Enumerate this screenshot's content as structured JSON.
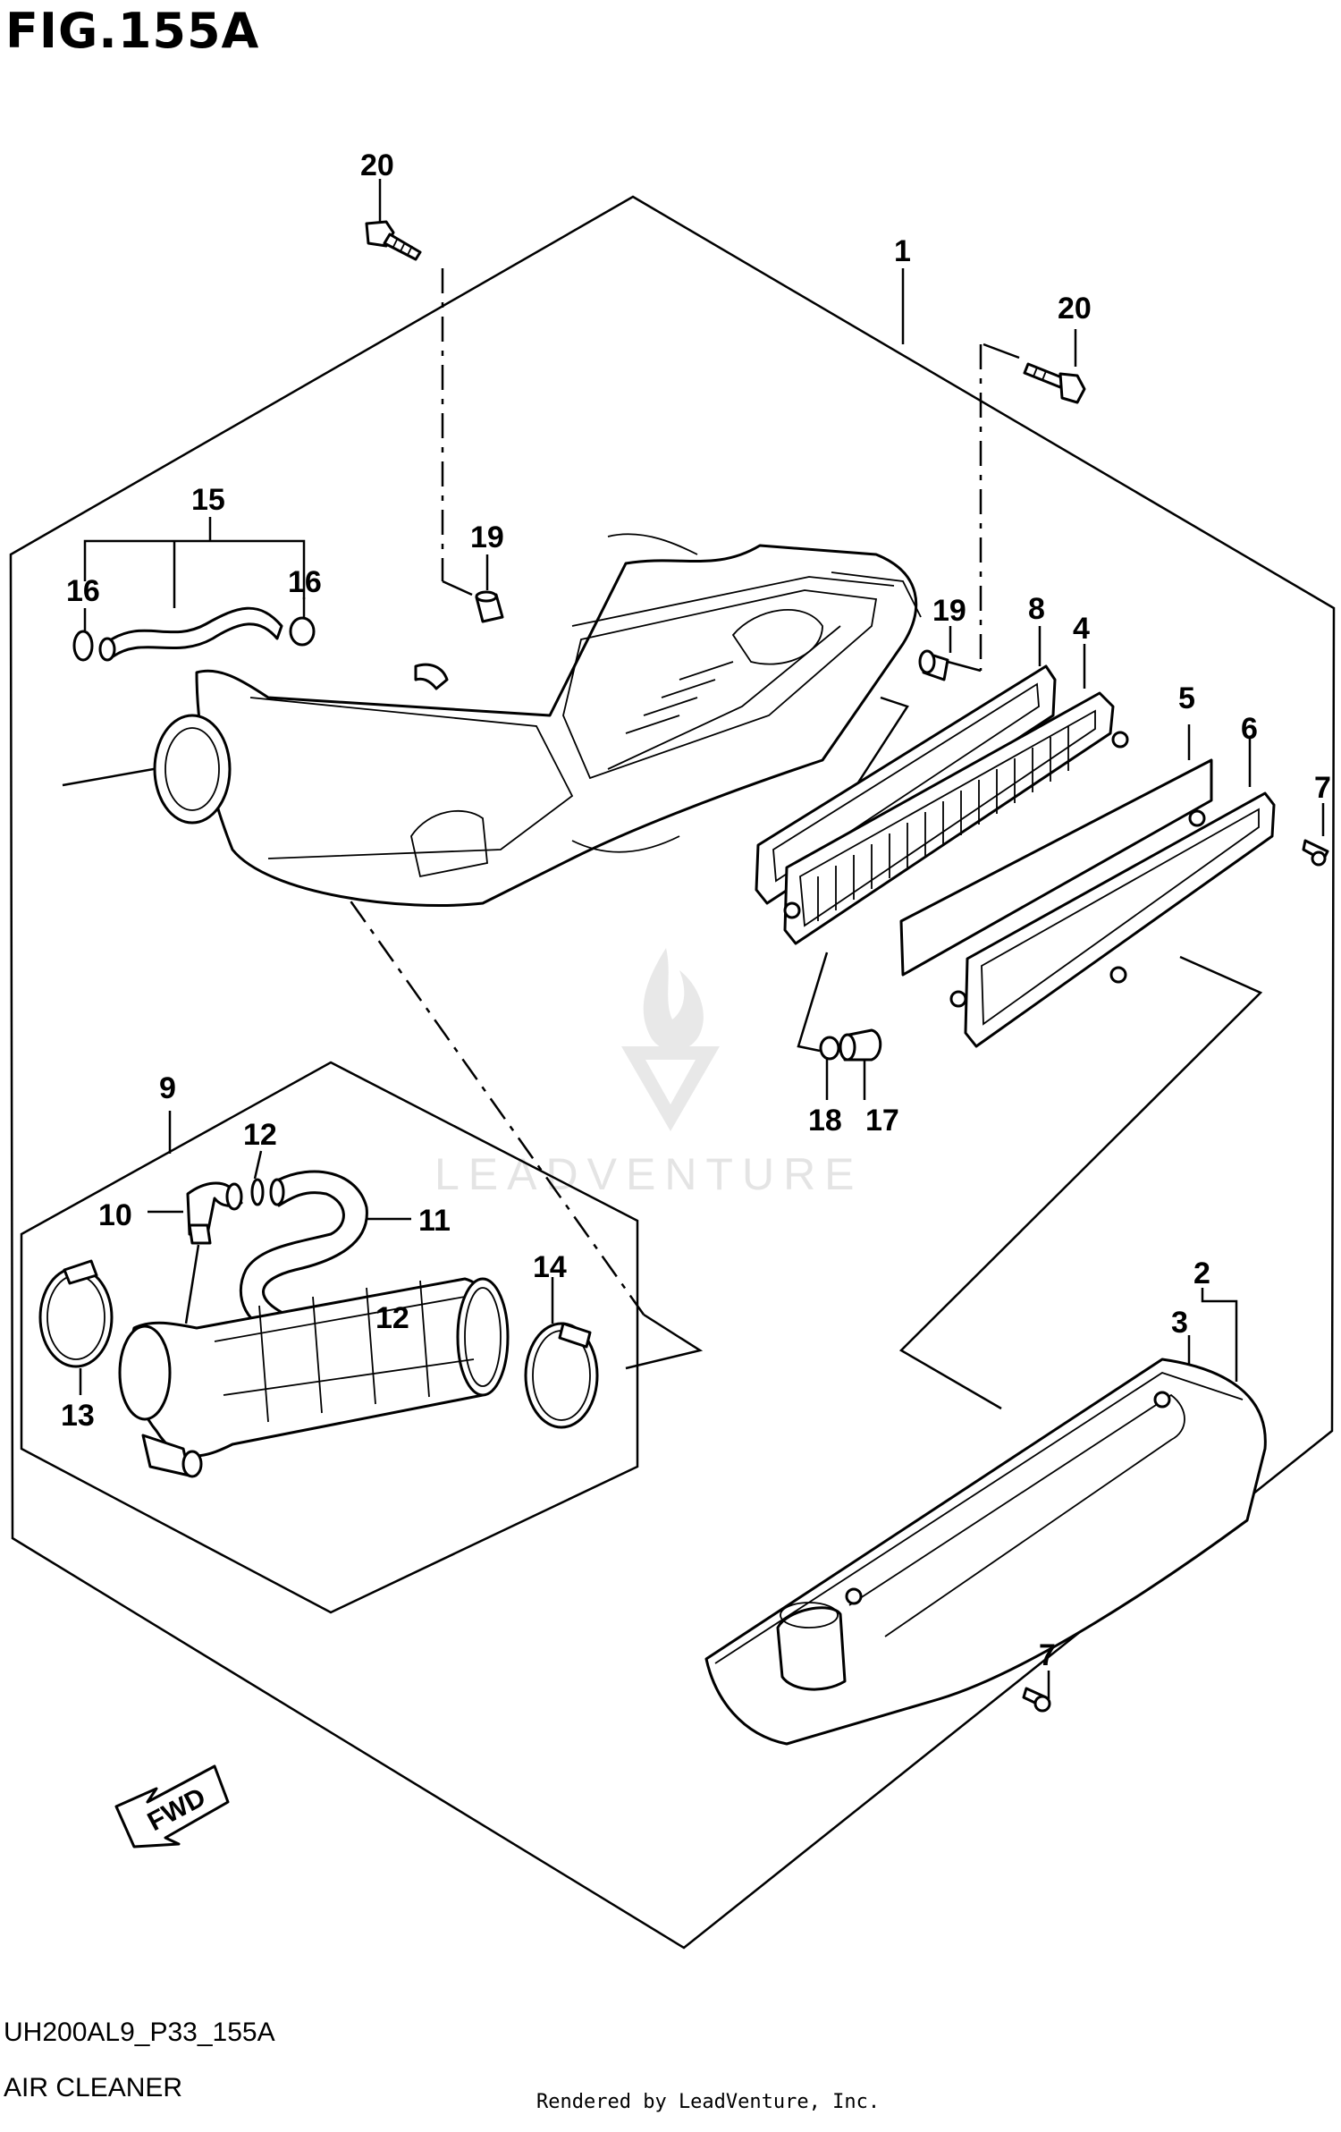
{
  "figure": {
    "title": "FIG.155A",
    "code": "UH200AL9_P33_155A",
    "name": "AIR CLEANER",
    "rendered_by": "Rendered by LeadVenture, Inc."
  },
  "watermark": {
    "text": "LEADVENTURE"
  },
  "direction_arrow": {
    "label": "FWD"
  },
  "callouts": [
    {
      "id": "c1",
      "label": "1"
    },
    {
      "id": "c2",
      "label": "2"
    },
    {
      "id": "c3",
      "label": "3"
    },
    {
      "id": "c4",
      "label": "4"
    },
    {
      "id": "c5",
      "label": "5"
    },
    {
      "id": "c6",
      "label": "6"
    },
    {
      "id": "c7a",
      "label": "7"
    },
    {
      "id": "c7b",
      "label": "7"
    },
    {
      "id": "c8",
      "label": "8"
    },
    {
      "id": "c9",
      "label": "9"
    },
    {
      "id": "c10",
      "label": "10"
    },
    {
      "id": "c11",
      "label": "11"
    },
    {
      "id": "c12a",
      "label": "12"
    },
    {
      "id": "c12b",
      "label": "12"
    },
    {
      "id": "c13",
      "label": "13"
    },
    {
      "id": "c14",
      "label": "14"
    },
    {
      "id": "c15",
      "label": "15"
    },
    {
      "id": "c16a",
      "label": "16"
    },
    {
      "id": "c16b",
      "label": "16"
    },
    {
      "id": "c17",
      "label": "17"
    },
    {
      "id": "c18",
      "label": "18"
    },
    {
      "id": "c19a",
      "label": "19"
    },
    {
      "id": "c19b",
      "label": "19"
    },
    {
      "id": "c20a",
      "label": "20"
    },
    {
      "id": "c20b",
      "label": "20"
    }
  ]
}
